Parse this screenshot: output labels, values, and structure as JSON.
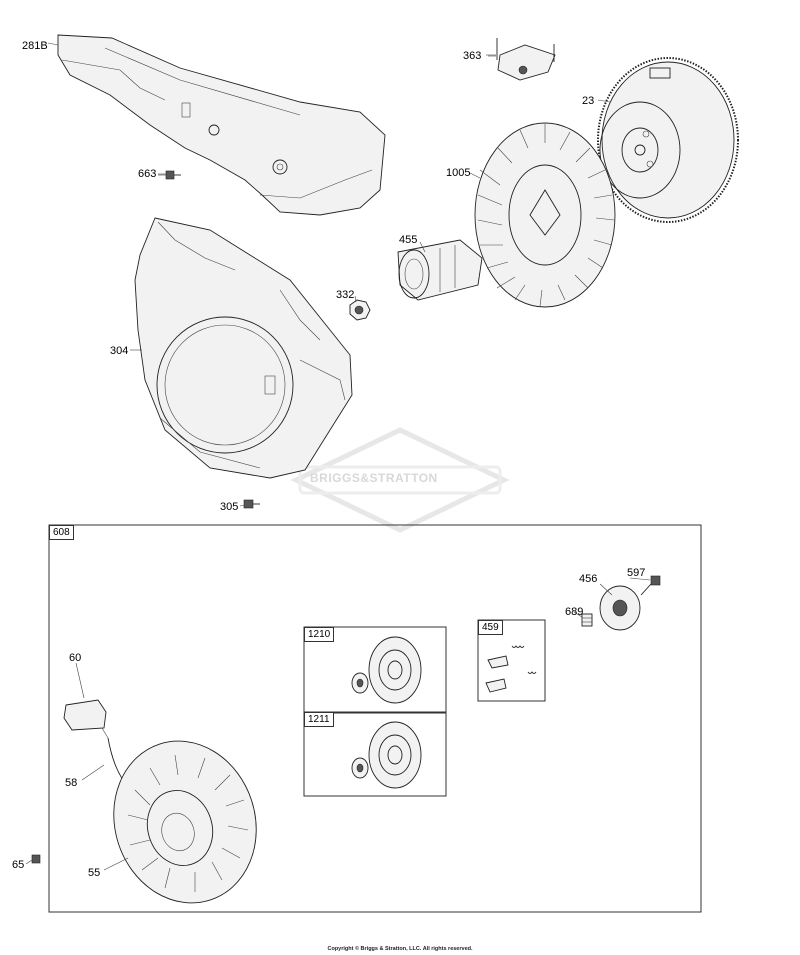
{
  "watermark": "BRIGGS&STRATTON",
  "copyright": "Copyright © Briggs & Stratton, LLC. All rights reserved.",
  "callouts": {
    "p281B": "281B",
    "p363": "363",
    "p23": "23",
    "p663": "663",
    "p1005": "1005",
    "p455": "455",
    "p332": "332",
    "p304": "304",
    "p305": "305",
    "p608": "608",
    "p597": "597",
    "p456": "456",
    "p689": "689",
    "p1210": "1210",
    "p459": "459",
    "p60": "60",
    "p1211": "1211",
    "p58": "58",
    "p65": "65",
    "p55": "55"
  }
}
